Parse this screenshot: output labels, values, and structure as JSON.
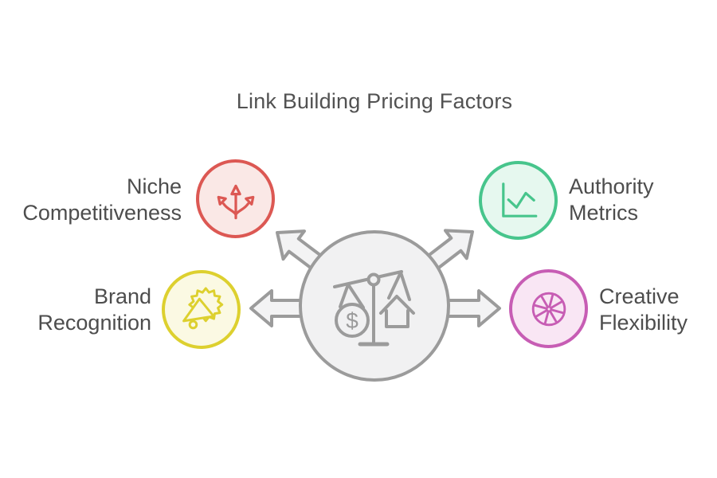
{
  "title": "Link Building Pricing Factors",
  "center": {
    "icon": "balance-scale-icon",
    "stroke": "#9b9b9b",
    "fill": "#f1f1f2",
    "dollar_sign": "$"
  },
  "arrows": {
    "count": 4,
    "directions": [
      "up-left",
      "up-right",
      "left",
      "right"
    ],
    "stroke": "#9b9b9b",
    "fill": "#f3f3f4"
  },
  "nodes": [
    {
      "id": "niche-competitiveness",
      "label": "Niche Competitiveness",
      "icon": "branching-arrows-icon",
      "accent": "#dc5853",
      "fill": "#fae8e6",
      "position": "top-left"
    },
    {
      "id": "authority-metrics",
      "label": "Authority Metrics",
      "icon": "line-chart-icon",
      "accent": "#47c58c",
      "fill": "#e6f8ef",
      "position": "top-right"
    },
    {
      "id": "brand-recognition",
      "label": "Brand Recognition",
      "icon": "megaphone-icon",
      "accent": "#ddd02f",
      "fill": "#fbf9e3",
      "position": "bottom-left"
    },
    {
      "id": "creative-flexibility",
      "label": "Creative Flexibility",
      "icon": "wheel-icon",
      "accent": "#c75db4",
      "fill": "#f9e6f4",
      "position": "bottom-right"
    }
  ],
  "colors": {
    "background": "#ffffff",
    "text": "#4d4d4d",
    "title_text": "#525252"
  }
}
